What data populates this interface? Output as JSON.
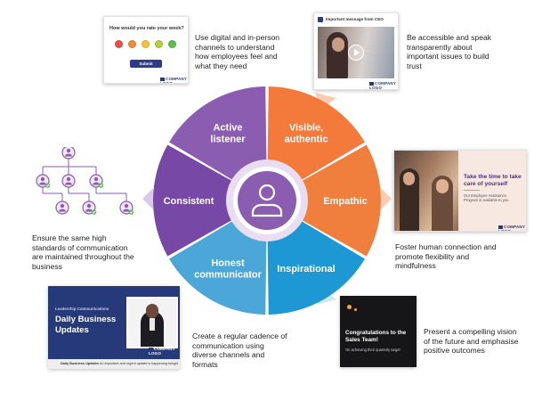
{
  "wheel": {
    "segments": [
      {
        "label_lines": [
          "Active",
          "listener"
        ],
        "color": "#8a5db0"
      },
      {
        "label_lines": [
          "Visible,",
          "authentic"
        ],
        "color": "#f37a3a"
      },
      {
        "label_lines": [
          "Empathic"
        ],
        "color": "#f07f3d"
      },
      {
        "label_lines": [
          "Inspirational"
        ],
        "color": "#1d98d5"
      },
      {
        "label_lines": [
          "Honest",
          "communicator"
        ],
        "color": "#4aa7d8"
      },
      {
        "label_lines": [
          "Consistent"
        ],
        "color": "#7748a5"
      }
    ],
    "center_icon": "person-icon"
  },
  "captions": {
    "active_listener": "Use digital and in-person channels to understand how employees feel and what they need",
    "visible": "Be accessible and speak transparently about important issues to build trust",
    "empathic": "Foster human connection and promote flexibility and mindfulness",
    "inspirational": "Present a compelling vision of the future and emphasise positive outcomes",
    "honest": "Create a regular cadence of communication using diverse channels and formats",
    "consistent": "Ensure the same high standards of communication are maintained throughout the business"
  },
  "survey_card": {
    "question": "How would you rate your week?",
    "button": "Submit",
    "faces": [
      "#e5534b",
      "#f08c3a",
      "#f3c33b",
      "#b7cf3d",
      "#5fbf4a"
    ],
    "logo": "COMPANY LOGO"
  },
  "ceo_card": {
    "title": "Important message from CEO",
    "logo": "COMPANY LOGO"
  },
  "eap_card": {
    "heading": "Take the time to take care of yourself",
    "body": "Our Employee Assistance Program is available to you",
    "logo": "COMPANY LOGO"
  },
  "daily_card": {
    "kicker": "Leadership Communications",
    "title": "Daily Business Updates",
    "footer_bold": "Daily Business Updates",
    "footer_rest": "An important and urgent update is happening tonight",
    "logo": "COMPANY LOGO"
  },
  "congrats_card": {
    "title": "Congratulations to the Sales Team!",
    "subtitle": "On achieving their quarterly target"
  }
}
